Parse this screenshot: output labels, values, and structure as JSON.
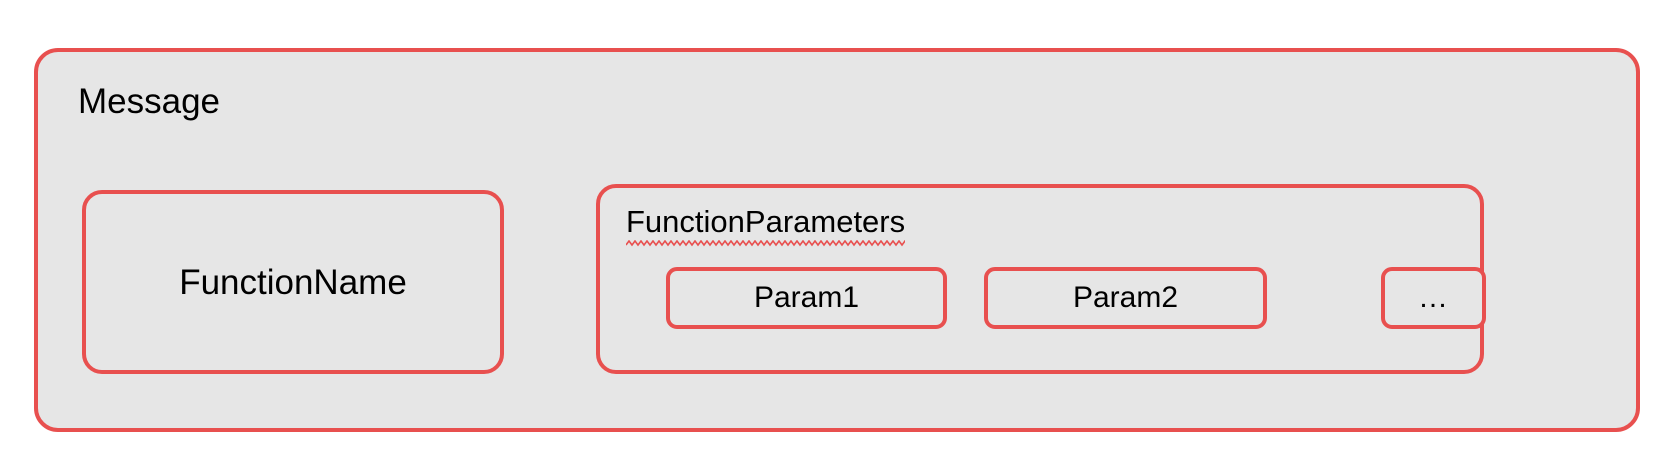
{
  "diagram": {
    "title": "Message structure diagram",
    "colors": {
      "border": "#E8504F",
      "fill": "#E6E6E6",
      "text": "#000000",
      "spellcheck_underline": "#E8504F",
      "page_background": "#FFFFFF"
    },
    "message": {
      "label": "Message",
      "function_name": {
        "label": "FunctionName"
      },
      "function_parameters": {
        "label": "FunctionParameters",
        "spellcheck_flagged": true,
        "params": [
          {
            "label": "Param1"
          },
          {
            "label": "Param2"
          },
          {
            "label": "…"
          }
        ]
      }
    }
  }
}
